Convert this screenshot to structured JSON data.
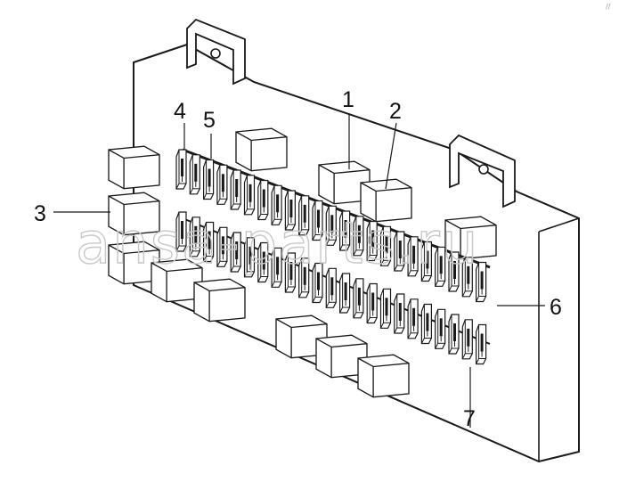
{
  "callouts": [
    {
      "id": "1",
      "label": "1"
    },
    {
      "id": "2",
      "label": "2"
    },
    {
      "id": "3",
      "label": "3"
    },
    {
      "id": "4",
      "label": "4"
    },
    {
      "id": "5",
      "label": "5"
    },
    {
      "id": "6",
      "label": "6"
    },
    {
      "id": "7",
      "label": "7"
    }
  ],
  "watermark": "ansa-parts.ru",
  "corner_mark": "//",
  "colors": {
    "outline": "#1a1a1a",
    "fill": "#ffffff",
    "watermark": "#c8c8c8"
  }
}
